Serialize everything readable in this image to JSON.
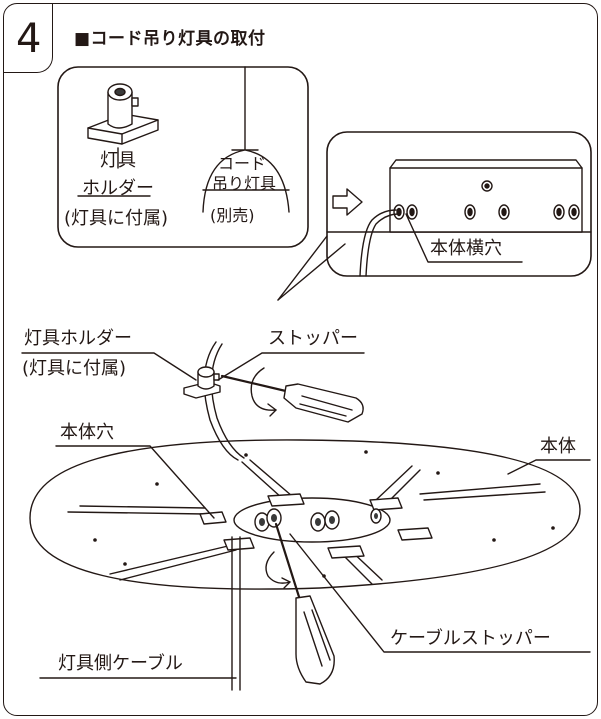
{
  "step": {
    "number": "4",
    "title": "■コード吊り灯具の取付"
  },
  "inset_left": {
    "holder_label_line1": "灯具",
    "holder_label_line2": "ホルダー",
    "holder_note": "(灯具に付属)",
    "lamp_label_line1": "コード",
    "lamp_label_line2": "吊り灯具",
    "lamp_note": "(別売)"
  },
  "inset_right": {
    "hole_label": "本体横穴"
  },
  "main": {
    "holder_label": "灯具ホルダー",
    "holder_note": "(灯具に付属)",
    "stopper_label": "ストッパー",
    "body_hole_label": "本体穴",
    "body_label": "本体",
    "cable_stopper_label": "ケーブルストッパー",
    "cable_label": "灯具側ケーブル"
  },
  "colors": {
    "line": "#231815",
    "fill": "#ffffff",
    "shade": "#bfbfbf",
    "dark": "#3a3a3a"
  },
  "icons": [
    "arrow-right-icon",
    "screwdriver-icon",
    "rotate-arrow-icon"
  ]
}
